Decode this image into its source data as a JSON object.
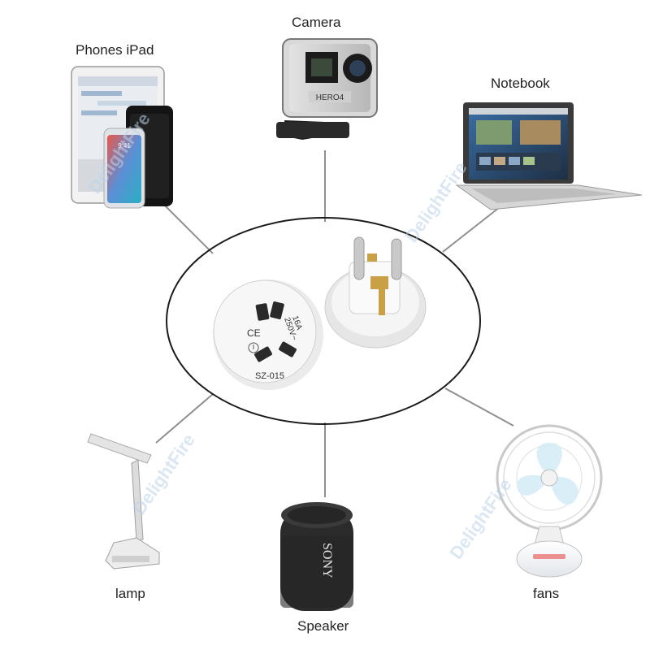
{
  "labels": {
    "camera": "Camera",
    "phones": "Phones iPad",
    "notebook": "Notebook",
    "lamp": "lamp",
    "speaker": "Speaker",
    "fans": "fans"
  },
  "product": {
    "rating_current": "16A",
    "rating_voltage": "250V~",
    "model": "SZ-015",
    "ce_mark": "CE"
  },
  "devices": {
    "camera_model": "HERO4",
    "speaker_brand": "SONY",
    "phone_time": "9:41"
  },
  "watermark": "DelightFire",
  "colors": {
    "connector_line": "#8f8f8f",
    "ellipse_stroke": "#1a1a1a",
    "adapter_white": "#f4f4f4",
    "brass": "#c9a046",
    "watermark": "#bcd4ea"
  }
}
